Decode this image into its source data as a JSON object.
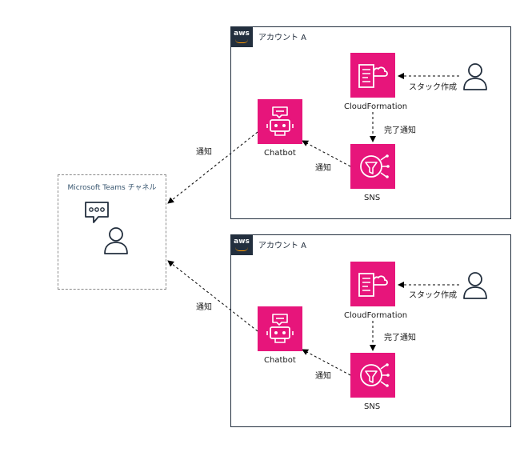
{
  "teams": {
    "title": "Microsoft Teams チャネル",
    "icons": [
      "chat-bubble-icon",
      "user-icon"
    ]
  },
  "accounts": [
    {
      "title": "アカウント A",
      "badge": "aws",
      "services": {
        "cloudformation": "CloudFormation",
        "sns": "SNS",
        "chatbot": "Chatbot"
      },
      "edges": {
        "stack_create": "スタック作成",
        "complete_notify": "完了通知",
        "sns_to_chatbot": "通知",
        "chatbot_to_teams": "通知"
      }
    },
    {
      "title": "アカウント A",
      "badge": "aws",
      "services": {
        "cloudformation": "CloudFormation",
        "sns": "SNS",
        "chatbot": "Chatbot"
      },
      "edges": {
        "stack_create": "スタック作成",
        "complete_notify": "完了通知",
        "sns_to_chatbot": "通知",
        "chatbot_to_teams": "通知"
      }
    }
  ],
  "colors": {
    "service_bg": "#e7157b",
    "aws_dark": "#232f3e",
    "aws_orange": "#ff9900",
    "teams_title": "#36546e"
  }
}
